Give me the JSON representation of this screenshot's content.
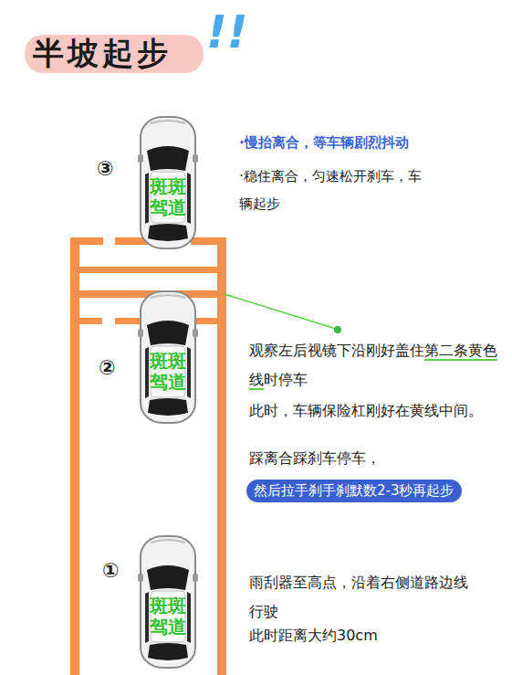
{
  "diagram": {
    "title": "半坡起步",
    "nodes": [
      {
        "text": [
          "斑斑 驾道"
        ]
      },
      {
        "text": [
          "斑斑 驾道"
        ]
      },
      {
        "text": [
          "斑斑 驾道"
        ]
      }
    ],
    "labels": [
      "!!",
      "③",
      "·慢抬离合，等车辆剧烈抖动",
      "·稳住离合，匀速松开刹车，车辆起步",
      "②",
      "观察左后视镜下沿刚好盖住",
      "第二条黄色线",
      "时停车",
      "此时，车辆保险杠刚好在黄线中间。",
      "踩离合踩刹车停车，",
      "然后拉手刹手刹默数2-3秒再起步",
      "①",
      "雨刮器至高点，沿着右侧道路边线行驶",
      "此时距离大约30cm"
    ]
  }
}
